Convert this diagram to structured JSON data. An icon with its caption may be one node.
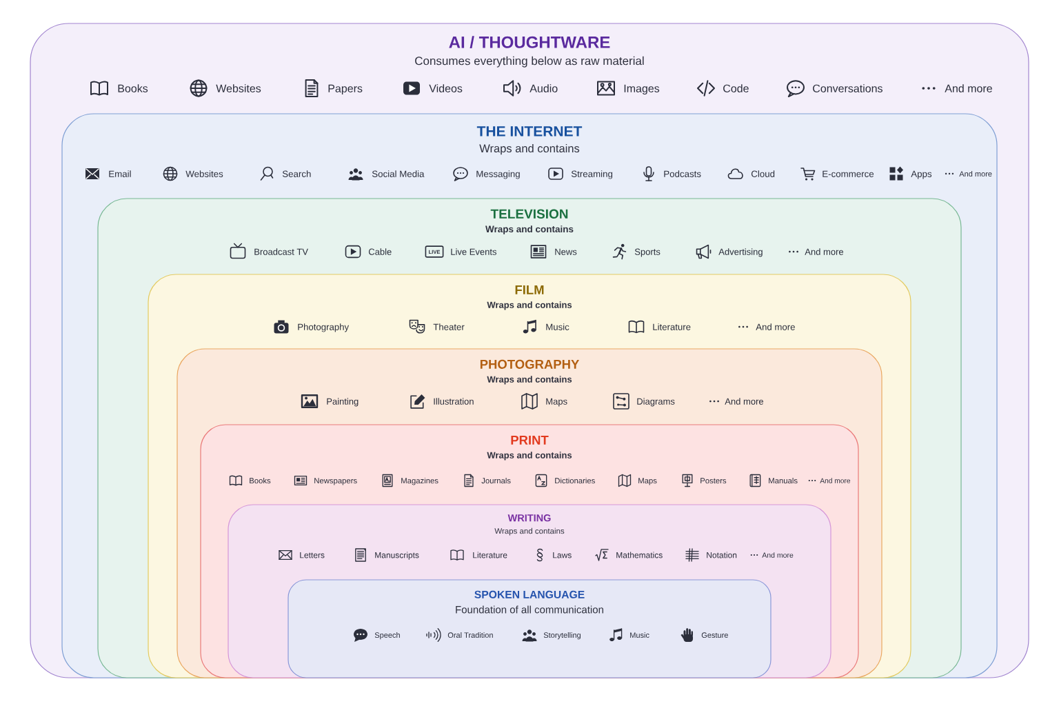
{
  "diagram": {
    "nodes": [
      {
        "text": [
          "AI / THOUGHTWARE",
          "Consumes everything below as raw material",
          "Books",
          "Websites",
          "Papers",
          "Videos",
          "Audio",
          "Images",
          "Code",
          "Conversations",
          "And more"
        ]
      },
      {
        "text": [
          "THE INTERNET",
          "Wraps and contains",
          "Email",
          "Websites",
          "Search",
          "Social Media",
          "Messaging",
          "Streaming",
          "Podcasts",
          "Cloud",
          "E-commerce",
          "Apps",
          "And more"
        ],
        "in": 0
      },
      {
        "text": [
          "TELEVISION",
          "Wraps and contains",
          "Broadcast TV",
          "Cable",
          "Live Events",
          "News",
          "Sports",
          "Advertising",
          "And more"
        ],
        "in": 1
      },
      {
        "text": [
          "FILM",
          "Wraps and contains",
          "Photography",
          "Theater",
          "Music",
          "Literature",
          "And more"
        ],
        "in": 2
      },
      {
        "text": [
          "PHOTOGRAPHY",
          "Wraps and contains",
          "Painting",
          "Illustration",
          "Maps",
          "Diagrams",
          "And more"
        ],
        "in": 3
      },
      {
        "text": [
          "PRINT",
          "Wraps and contains",
          "Books",
          "Newspapers",
          "Magazines",
          "Journals",
          "Dictionaries",
          "Maps",
          "Posters",
          "Manuals",
          "And more"
        ],
        "in": 4
      },
      {
        "text": [
          "WRITING",
          "Wraps and contains",
          "Letters",
          "Manuscripts",
          "Literature",
          "Laws",
          "Mathematics",
          "Notation",
          "And more"
        ],
        "in": 5
      },
      {
        "text": [
          "SPOKEN LANGUAGE",
          "Foundation of all communication",
          "Speech",
          "Oral Tradition",
          "Storytelling",
          "Music",
          "Gesture"
        ],
        "in": 6
      }
    ],
    "labels": [
      "LIVE"
    ]
  }
}
